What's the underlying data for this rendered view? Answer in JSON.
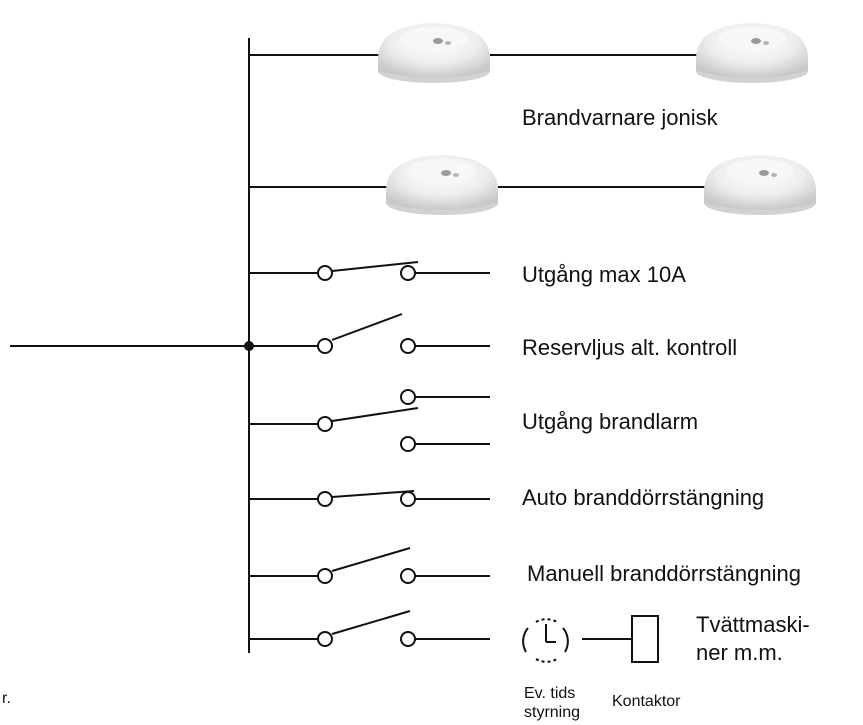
{
  "labels": {
    "ionic_detector": "Brandvarnare jonisk",
    "output_10a": "Utgång max 10A",
    "emergency_light": "Reservljus alt. kontroll",
    "fire_alarm_output": "Utgång brandlarm",
    "auto_fire_door": "Auto branddörrstängning",
    "manual_fire_door": "Manuell branddörrstängning",
    "washing_machines_line1": "Tvättmaski-",
    "washing_machines_line2": "ner m.m.",
    "timer_line1": "Ev. tids",
    "timer_line2": "styrning",
    "contactor": "Kontaktor",
    "left_margin_fragment": "r."
  },
  "colors": {
    "line": "#111111",
    "detector_body": "#e6e6e6",
    "detector_shadow": "#bdbdbd",
    "detector_highlight": "#ffffff"
  },
  "icons": [
    "smoke-detector-icon",
    "clock-timer-icon",
    "contactor-coil-icon",
    "switch-icon"
  ]
}
